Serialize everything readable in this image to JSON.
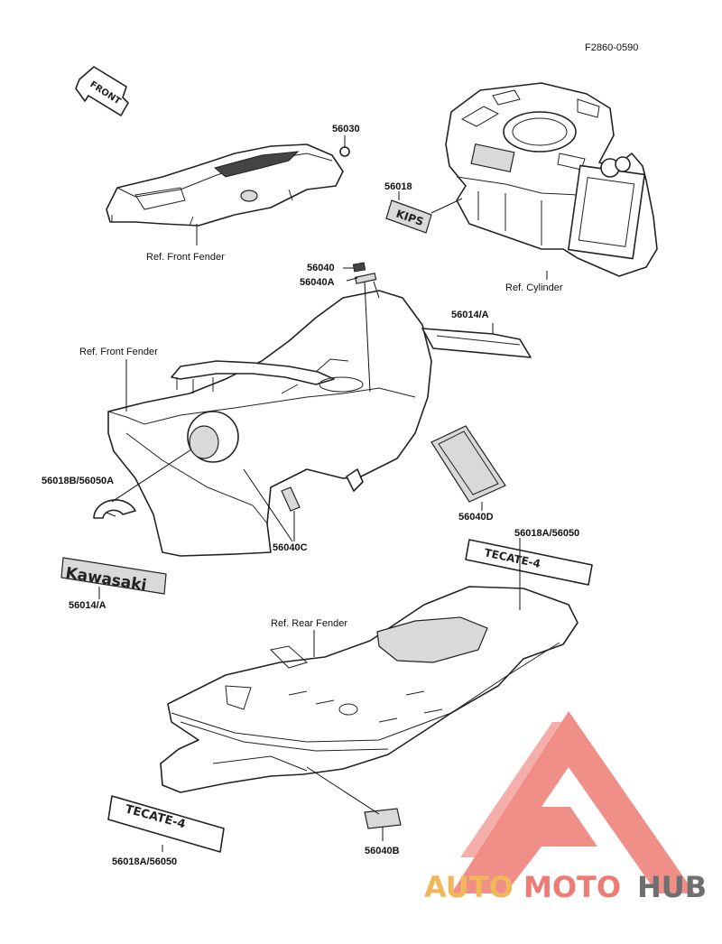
{
  "figure_code": "F2860-0590",
  "front_arrow": {
    "text": "FRONT"
  },
  "decals": {
    "kips": "KIPS",
    "kawasaki": "Kawasaki",
    "tecate_upper": "TECATE-4",
    "tecate_lower": "TECATE-4"
  },
  "callouts": [
    {
      "id": "c56030",
      "text": "56030"
    },
    {
      "id": "c56018",
      "text": "56018"
    },
    {
      "id": "c56040",
      "text": "56040"
    },
    {
      "id": "c56040A",
      "text": "56040A"
    },
    {
      "id": "c56014A_top",
      "text": "56014/A"
    },
    {
      "id": "c56018B",
      "text": "56018B/56050A"
    },
    {
      "id": "c56040C",
      "text": "56040C"
    },
    {
      "id": "c56040D",
      "text": "56040D"
    },
    {
      "id": "c56018A_top",
      "text": "56018A/56050"
    },
    {
      "id": "c56014A_bottom",
      "text": "56014/A"
    },
    {
      "id": "c56018A_bottom",
      "text": "56018A/56050"
    },
    {
      "id": "c56040B",
      "text": "56040B"
    }
  ],
  "refs": {
    "front_fender_1": "Ref. Front Fender",
    "cylinder": "Ref. Cylinder",
    "front_fender_2": "Ref. Front Fender",
    "rear_fender": "Ref. Rear Fender"
  },
  "watermark": {
    "part1": "AUTO",
    "part2": "MOTO",
    "part3": "HUB",
    "colors": {
      "orange": "#f0b85a",
      "red": "#ee7b74",
      "gray": "#6f6f6f"
    }
  }
}
